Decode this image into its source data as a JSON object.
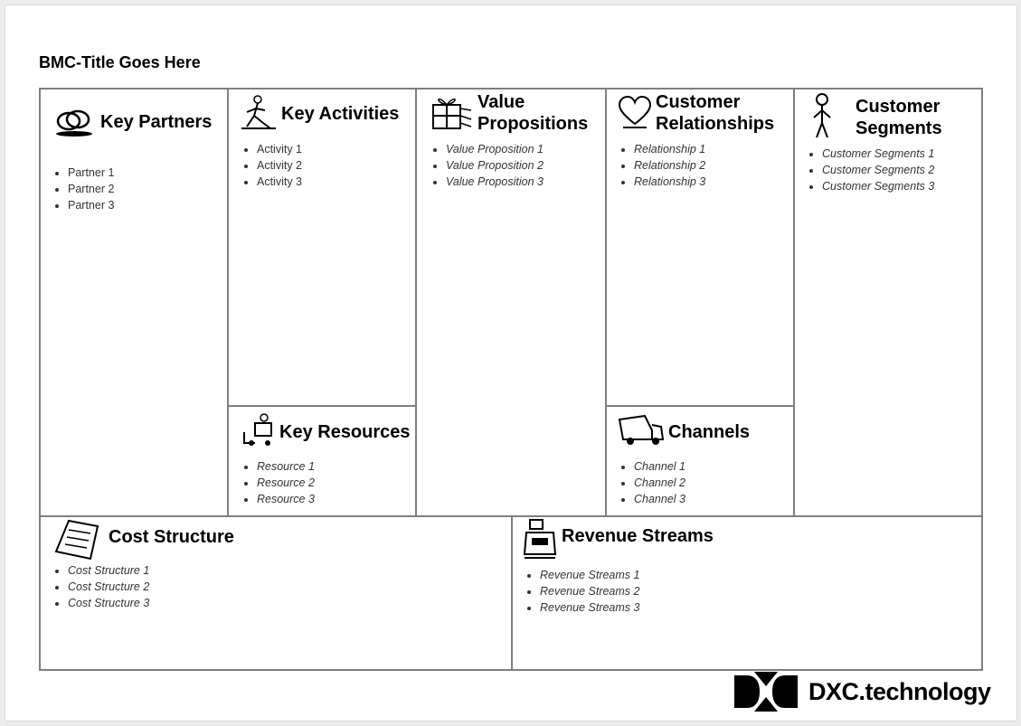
{
  "title": "BMC-Title Goes Here",
  "sections": {
    "key_partners": {
      "title": "Key Partners",
      "items": [
        "Partner 1",
        "Partner 2",
        "Partner 3"
      ]
    },
    "key_activities": {
      "title": "Key Activities",
      "items": [
        "Activity 1",
        "Activity 2",
        "Activity 3"
      ]
    },
    "key_resources": {
      "title": "Key Resources",
      "items": [
        "Resource 1",
        "Resource 2",
        "Resource 3"
      ]
    },
    "value_propositions": {
      "title_line1": "Value",
      "title_line2": "Propositions",
      "items": [
        "Value Proposition 1",
        "Value Proposition 2",
        "Value Proposition 3"
      ]
    },
    "customer_relationships": {
      "title_line1": "Customer",
      "title_line2": "Relationships",
      "items": [
        "Relationship 1",
        "Relationship 2",
        "Relationship 3"
      ]
    },
    "channels": {
      "title": "Channels",
      "items": [
        "Channel 1",
        "Channel 2",
        "Channel 3"
      ]
    },
    "customer_segments": {
      "title_line1": "Customer",
      "title_line2": "Segments",
      "items": [
        "Customer Segments 1",
        "Customer Segments 2",
        "Customer Segments 3"
      ]
    },
    "cost_structure": {
      "title": "Cost Structure",
      "items": [
        "Cost Structure 1",
        "Cost Structure 2",
        "Cost Structure 3"
      ]
    },
    "revenue_streams": {
      "title": "Revenue Streams",
      "items": [
        "Revenue Streams 1",
        "Revenue Streams 2",
        "Revenue Streams 3"
      ]
    }
  },
  "logo": {
    "text": "DXC.technology"
  },
  "icons": [
    "rings-icon",
    "worker-icon",
    "gift-icon",
    "heart-icon",
    "person-icon",
    "forklift-icon",
    "truck-icon",
    "document-icon",
    "cash-register-icon",
    "dxc-logo-icon"
  ]
}
